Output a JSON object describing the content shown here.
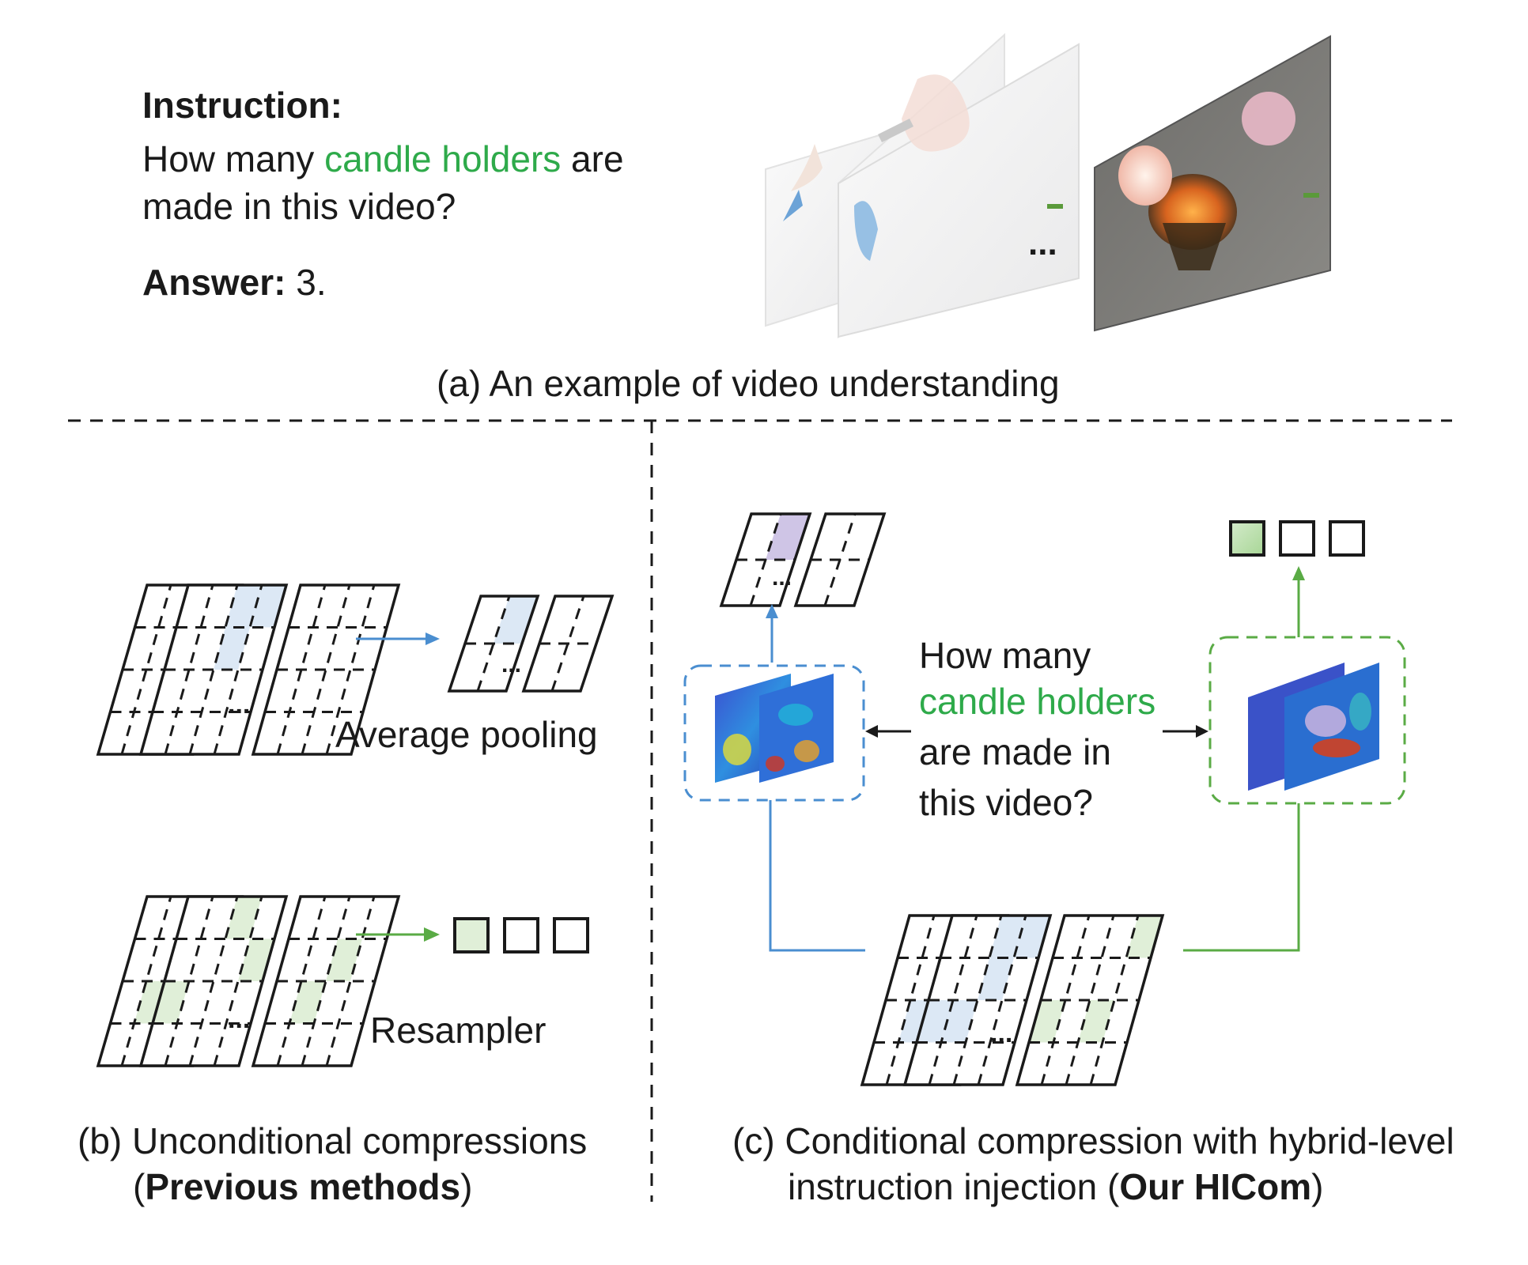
{
  "panel_a": {
    "instruction_label": "Instruction:",
    "question_prefix": "How many ",
    "question_highlight": "candle holders",
    "question_suffix": " are",
    "question_line2": "made in this video?",
    "answer_label": "Answer:",
    "answer_value": " 3.",
    "ellipsis": "...",
    "caption": "(a) An example of video understanding"
  },
  "panel_b": {
    "pooling_label": "Average pooling",
    "resampler_label": "Resampler",
    "ellipsis": "...",
    "caption_line1": "(b) Unconditional compressions",
    "caption_line2_open": "(",
    "caption_line2_bold": "Previous methods",
    "caption_line2_close": ")"
  },
  "panel_c": {
    "question_line1": "How many",
    "question_highlight": "candle holders",
    "question_line3": "are made in",
    "question_line4": "this video?",
    "ellipsis": "...",
    "caption_line1": "(c) Conditional compression with hybrid-level",
    "caption_line2_prefix": "instruction injection (",
    "caption_line2_bold": "Our HICom",
    "caption_line2_close": ")"
  },
  "colors": {
    "green_text": "#2eaa4a",
    "blue_arrow": "#4a8ed0",
    "green_arrow": "#5aab45",
    "blue_cell": "#dce8f5",
    "green_cell": "#e0efd8",
    "line": "#1a1a1a"
  }
}
